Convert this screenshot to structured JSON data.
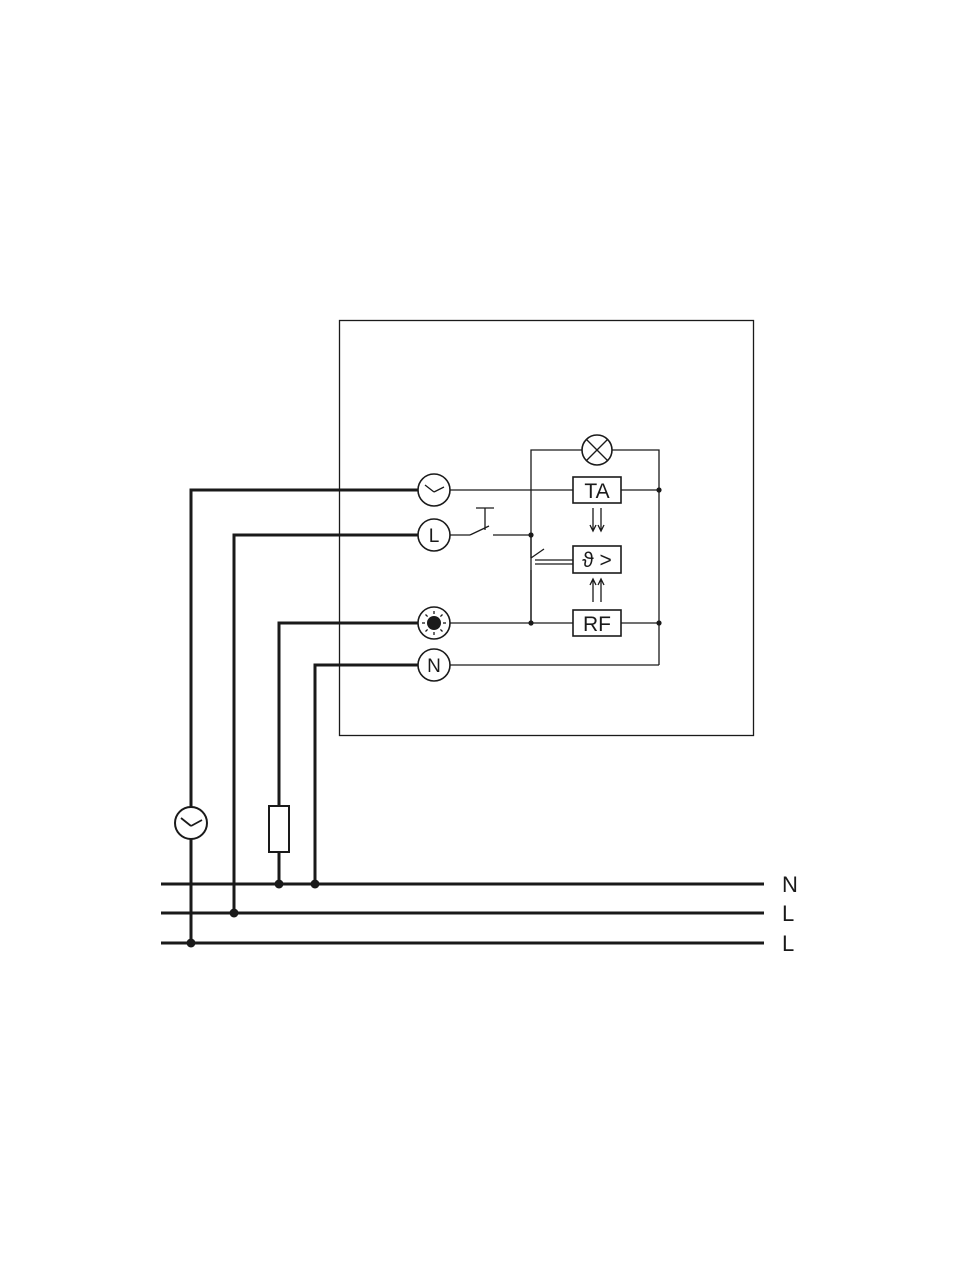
{
  "terminals": {
    "clock_icon": "clock-icon",
    "phase": "L",
    "indicator_icon": "sun-icon",
    "neutral": "N"
  },
  "components": {
    "lamp_icon": "indicator-lamp-icon",
    "ta_label": "TA",
    "thermostat_label": "ϑ >",
    "rf_label": "RF"
  },
  "external": {
    "timer_icon": "clock-icon",
    "resistor_icon": "resistor-icon"
  },
  "bus": {
    "line1": "N",
    "line2": "L",
    "line3": "L"
  },
  "colors": {
    "line": "#1a1a1a",
    "background": "#ffffff"
  }
}
